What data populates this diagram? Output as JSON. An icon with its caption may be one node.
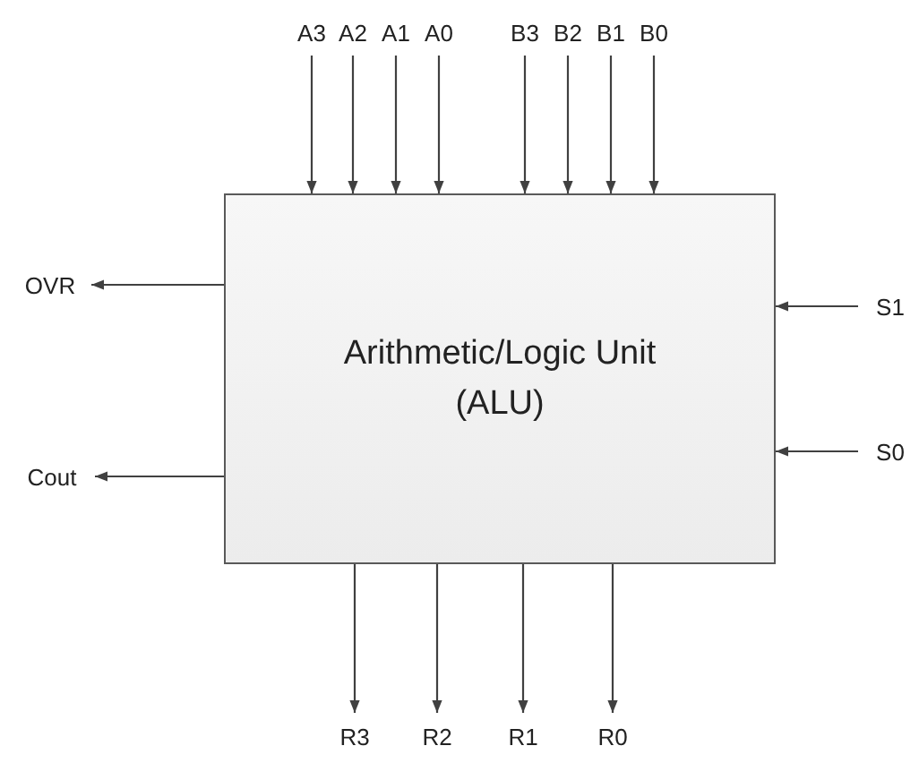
{
  "diagram": {
    "nodes": [
      {
        "text": [
          "Arithmetic/Logic Unit (ALU)"
        ]
      },
      {
        "text": [
          "A3"
        ]
      },
      {
        "text": [
          "A2"
        ]
      },
      {
        "text": [
          "A1"
        ]
      },
      {
        "text": [
          "A0"
        ]
      },
      {
        "text": [
          "B3"
        ]
      },
      {
        "text": [
          "B2"
        ]
      },
      {
        "text": [
          "B1"
        ]
      },
      {
        "text": [
          "B0"
        ]
      },
      {
        "text": [
          "OVR"
        ]
      },
      {
        "text": [
          "Cout"
        ]
      },
      {
        "text": [
          "S1"
        ]
      },
      {
        "text": [
          "S0"
        ]
      },
      {
        "text": [
          "R3"
        ]
      },
      {
        "text": [
          "R2"
        ]
      },
      {
        "text": [
          "R1"
        ]
      },
      {
        "text": [
          "R0"
        ]
      }
    ],
    "edges": [
      {
        "from": 1,
        "to": 0,
        "arrow": "to"
      },
      {
        "from": 2,
        "to": 0,
        "arrow": "to"
      },
      {
        "from": 3,
        "to": 0,
        "arrow": "to"
      },
      {
        "from": 4,
        "to": 0,
        "arrow": "to"
      },
      {
        "from": 5,
        "to": 0,
        "arrow": "to"
      },
      {
        "from": 6,
        "to": 0,
        "arrow": "to"
      },
      {
        "from": 7,
        "to": 0,
        "arrow": "to"
      },
      {
        "from": 8,
        "to": 0,
        "arrow": "to"
      },
      {
        "from": 0,
        "to": 9,
        "arrow": "to"
      },
      {
        "from": 0,
        "to": 10,
        "arrow": "to"
      },
      {
        "from": 11,
        "to": 0,
        "arrow": "to"
      },
      {
        "from": 12,
        "to": 0,
        "arrow": "to"
      },
      {
        "from": 0,
        "to": 13,
        "arrow": "to"
      },
      {
        "from": 0,
        "to": 14,
        "arrow": "to"
      },
      {
        "from": 0,
        "to": 15,
        "arrow": "to"
      },
      {
        "from": 0,
        "to": 16,
        "arrow": "to"
      }
    ]
  }
}
